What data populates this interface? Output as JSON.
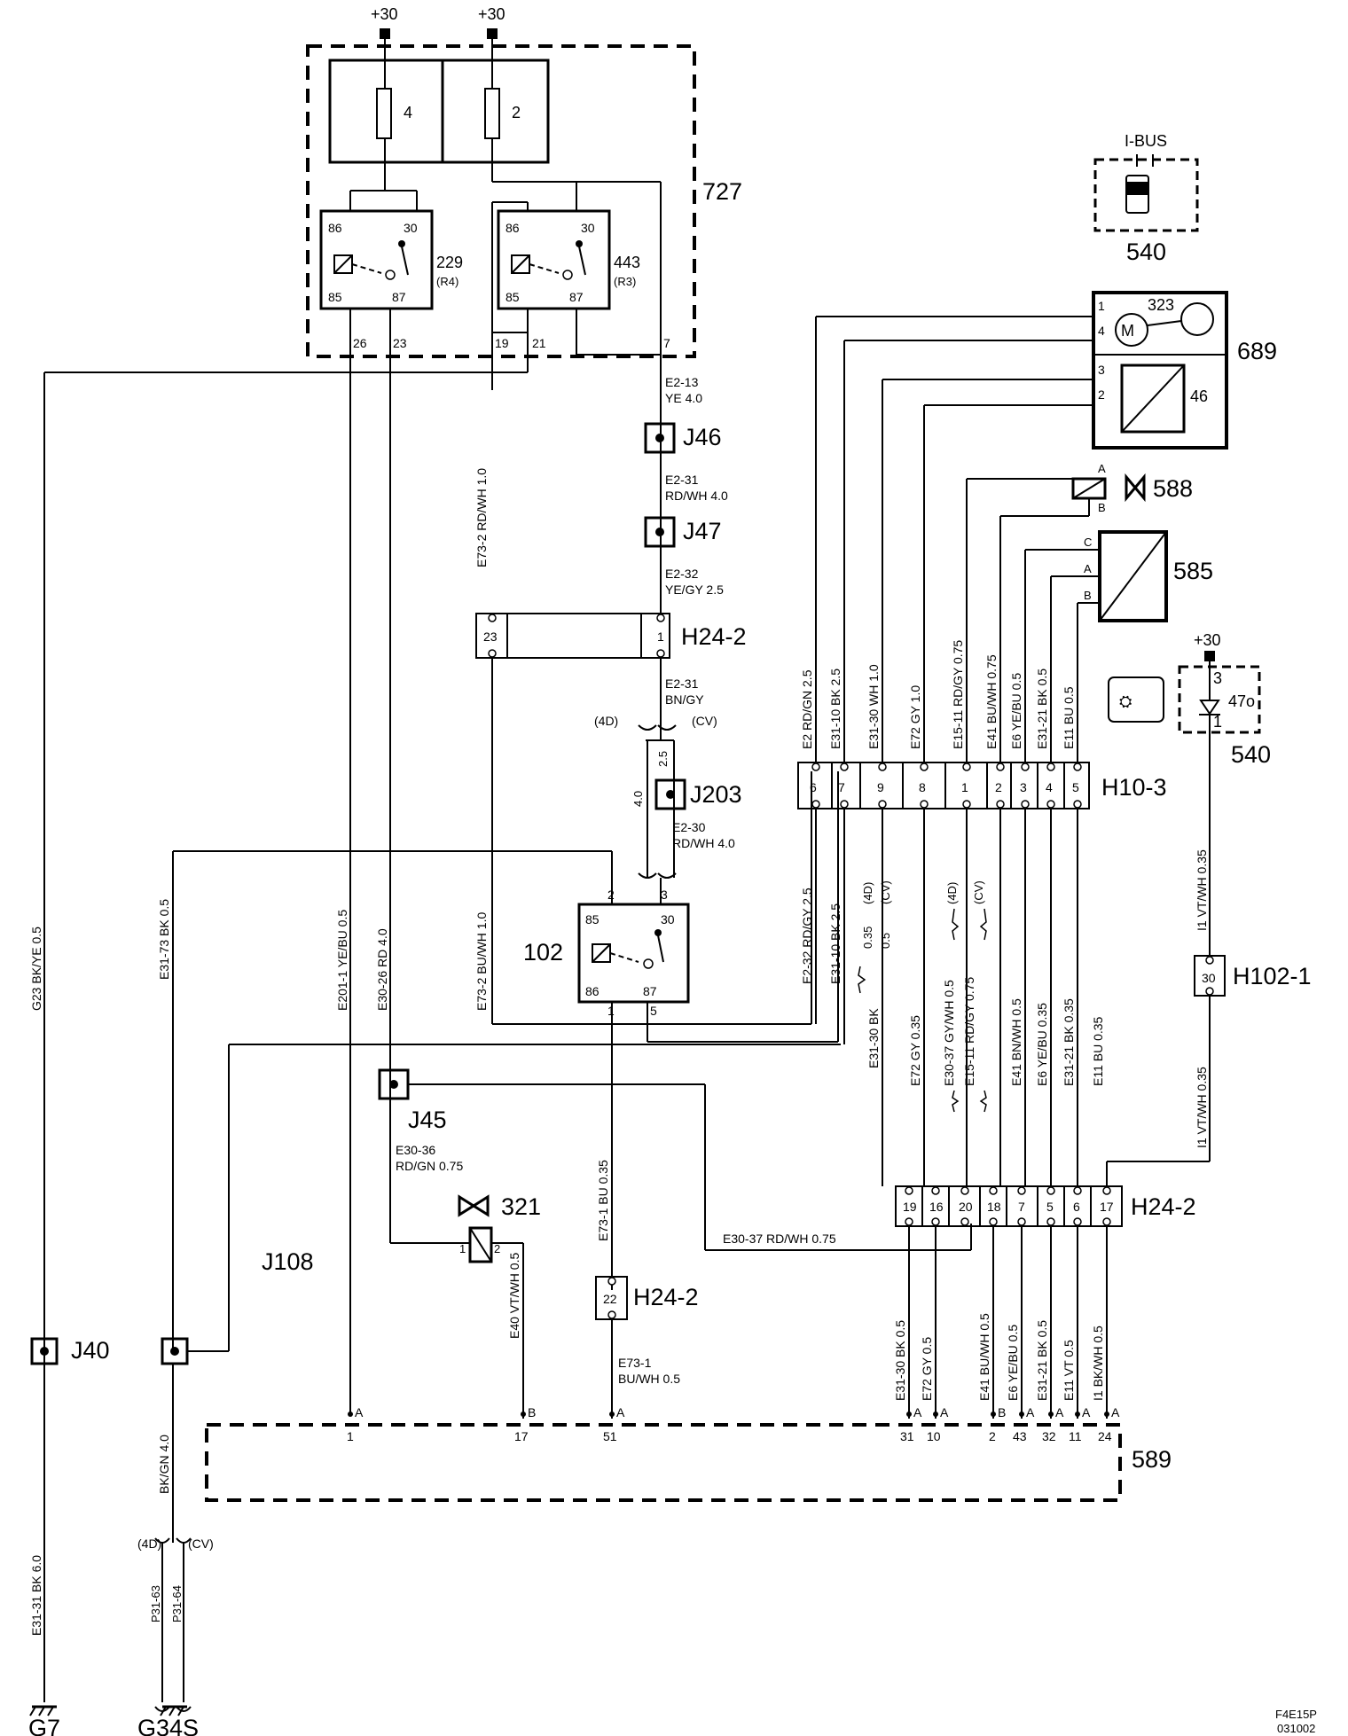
{
  "diagram": {
    "supply": [
      "+30",
      "+30",
      "+30"
    ],
    "fuses": [
      "4",
      "2"
    ],
    "relay_box_label": "727",
    "relays": [
      {
        "id": "229",
        "sub": "(R4)",
        "pins": [
          "86",
          "30",
          "85",
          "87"
        ],
        "out_pins": [
          "26",
          "23"
        ]
      },
      {
        "id": "443",
        "sub": "(R3)",
        "pins": [
          "86",
          "30",
          "85",
          "87"
        ],
        "out_pins": [
          "19",
          "21",
          "7"
        ]
      },
      {
        "id": "102",
        "pins": [
          "85",
          "30",
          "86",
          "87"
        ],
        "pin_nums": [
          "2",
          "3",
          "1",
          "5"
        ]
      }
    ],
    "ibus": {
      "label": "I-BUS",
      "ref": "540"
    },
    "unit_689": {
      "label": "689",
      "pump": "323",
      "sender": "46",
      "pins": [
        "1",
        "4",
        "3",
        "2"
      ]
    },
    "valve_588": {
      "label": "588",
      "pins": [
        "A",
        "B"
      ]
    },
    "sensor_585": {
      "label": "585",
      "pins": [
        "C",
        "A",
        "B"
      ]
    },
    "lamp_47o": {
      "label": "47o",
      "ref": "540",
      "pins": [
        "3",
        "1"
      ]
    },
    "valve_321": {
      "label": "321",
      "pins": [
        "1",
        "2"
      ]
    },
    "splices": [
      "J46",
      "J47",
      "J203",
      "J45",
      "J40",
      "J108"
    ],
    "connectors": {
      "h24_2_top": {
        "label": "H24-2",
        "pins": [
          "23",
          "1"
        ]
      },
      "h10_3": {
        "label": "H10-3",
        "pins": [
          "6",
          "7",
          "9",
          "8",
          "1",
          "2",
          "3",
          "4",
          "5"
        ]
      },
      "h102_1": {
        "label": "H102-1",
        "pin": "30"
      },
      "h24_2_mid": {
        "label": "H24-2",
        "pin": "22"
      },
      "h24_2_bottom": {
        "label": "H24-2",
        "pins": [
          "19",
          "16",
          "20",
          "18",
          "7",
          "5",
          "6",
          "17"
        ]
      }
    },
    "ecu_589": {
      "label": "589",
      "pins": [
        "1",
        "17",
        "51",
        "31",
        "10",
        "2",
        "43",
        "32",
        "11",
        "24"
      ],
      "letters": [
        "A",
        "B",
        "A",
        "A",
        "A",
        "B",
        "A",
        "A",
        "A",
        "A"
      ]
    },
    "grounds": [
      "G7",
      "G34S"
    ],
    "wires": {
      "e2_13": "E2-13",
      "e2_13_spec": "YE 4.0",
      "e2_31a": "E2-31",
      "e2_31a_spec": "RD/WH 4.0",
      "e2_32": "E2-32",
      "e2_32_spec": "YE/GY  2.5",
      "e2_31b": "E2-31",
      "e2_31b_spec": "BN/GY",
      "variant_4d": "(4D)",
      "variant_cv": "(CV)",
      "w25": "2.5",
      "w40": "4.0",
      "e2_30": "E2-30",
      "e2_30_spec": "RD/WH 4.0",
      "e73_2_top": "E73-2  RD/WH 1.0",
      "e73_2_bot": "E73-2  BU/WH  1.0",
      "g23": "G23  BK/YE  0.5",
      "e31_73": "E31-73  BK  0.5",
      "e201_1": "E201-1  YE/BU  0.5",
      "e30_26": "E30-26  RD  4.0",
      "h10_wires": [
        "E2  RD/GN  2.5",
        "E31-10  BK  2.5",
        "E31-30  WH  1.0",
        "E72  GY  1.0",
        "E15-11  RD/GY  0.75",
        "E41  BU/WH  0.75",
        "E6  YE/BU  0.5",
        "E31-21  BK  0.5",
        "E11  BU  0.5"
      ],
      "e2_32_lower": "E2-32  RD/GY  2.5",
      "e31_10_lower": "E31-10  BK  2.5",
      "var_035": "0.35",
      "var_05": "0.5",
      "var2_05": "0.5",
      "var2_075": "0.75",
      "e30_37_v": "E30-37  GY/WH  0.5",
      "e15_11_v": "E15-11  RD/GY  0.75",
      "mid_wires": [
        "E31-30  BK",
        "E72  GY  0.35",
        "E41  BN/WH  0.5",
        "E6  YE/BU  0.35",
        "E31-21  BK  0.35",
        "E11  BU  0.35"
      ],
      "i1_top": "I1  VT/WH  0.35",
      "i1_bot": "I1  VT/WH  0.35",
      "e73_1_top": "E73-1  BU  0.35",
      "e73_1_bot": "E73-1",
      "e73_1_bot_spec": "BU/WH  0.5",
      "e30_36": "E30-36",
      "e30_36_spec": "RD/GN  0.75",
      "e30_37_h": "E30-37  RD/WH  0.75",
      "e40": "E40  VT/WH  0.5",
      "bottom_wires": [
        "E31-30  BK  0.5",
        "E72  GY  0.5",
        "E41  BU/WH  0.5",
        "E6  YE/BU  0.5",
        "E31-21  BK  0.5",
        "E11  VT  0.5",
        "I1  BK/WH  0.5"
      ],
      "bkgn": "BK/GN  4.0",
      "e31_31": "E31-31  BK  6.0",
      "p31_63": "P31-63",
      "p31_64": "P31-64"
    },
    "footer": [
      "F4E15P",
      "031002"
    ]
  }
}
